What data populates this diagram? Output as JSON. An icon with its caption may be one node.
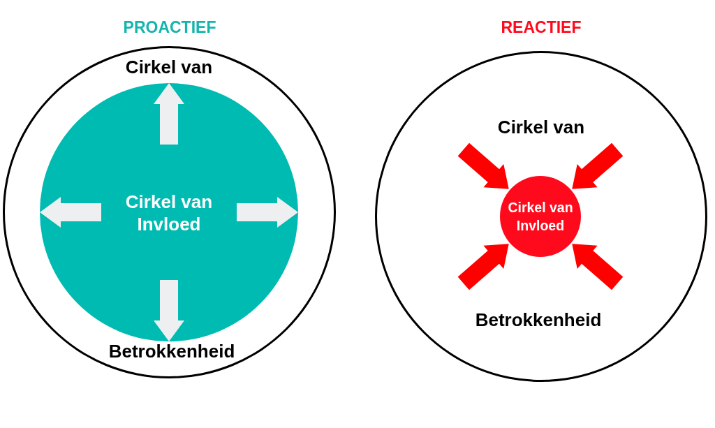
{
  "diagram": {
    "nodes": [
      {
        "text": [
          "PROACTIEF",
          "Cirkel van",
          "Betrokkenheid"
        ]
      },
      {
        "text": [
          "Cirkel van Invloed"
        ],
        "in": 0
      },
      {
        "text": [
          "REACTIEF",
          "Cirkel van",
          "Betrokkenheid"
        ]
      },
      {
        "text": [
          "Cirkel van Invloed"
        ],
        "in": 2
      }
    ]
  }
}
